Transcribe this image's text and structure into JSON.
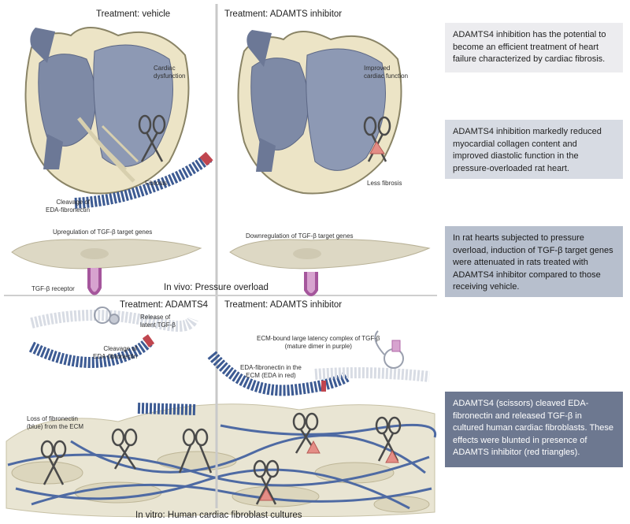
{
  "panels": {
    "top_left_title": "Treatment: vehicle",
    "top_right_title": "Treatment: ADAMTS inhibitor",
    "bottom_left_title": "Treatment: ADAMTS4",
    "bottom_right_title": "Treatment: ADAMTS inhibitor",
    "in_vivo_label": "In vivo: Pressure overload",
    "in_vitro_label": "In vitro: Human cardiac fibroblast cultures"
  },
  "labels": {
    "cardiac_dysfunction": "Cardiac\ndysfunction",
    "fibrosis": "Fibrosis",
    "cleavage_top": "Cleavage of\nEDA-fibronectin",
    "upregulation": "Upregulation of TGF-β target genes",
    "tgf_receptor": "TGF-β receptor",
    "improved_function": "Improved\ncardiac function",
    "less_fibrosis": "Less fibrosis",
    "downregulation": "Downregulation of TGF-β target genes",
    "release_latent": "Release of\nlatent TGF-β",
    "cleavage_bottom": "Cleavage of\nEDA-fibronectin",
    "loss_fibronectin": "Loss of fibronectin\n(blue) from the ECM",
    "ecm_bound": "ECM-bound large latency complex of TGF-β\n(mature dimer in purple)",
    "eda_fibronectin": "EDA-fibronectin in the\nECM (EDA in red)"
  },
  "boxes": [
    {
      "text": "ADAMTS4 inhibition has the potential to become an efficient treatment of heart failure characterized by cardiac fibrosis.",
      "bg": "#ececef",
      "fg": "#222222"
    },
    {
      "text": "ADAMTS4 inhibition markedly reduced myocardial collagen content and improved diastolic function in the pressure-overloaded rat heart.",
      "bg": "#d7dbe3",
      "fg": "#222222"
    },
    {
      "text": "In rat hearts subjected to pressure overload, induction of TGF-β target genes were attenuated in rats treated with ADAMTS4 inhibitor compared to those receiving vehicle.",
      "bg": "#b7bfcd",
      "fg": "#1a1a1a"
    },
    {
      "text": "ADAMTS4 (scissors) cleaved EDA-fibronectin and released TGF-β in cultured human cardiac fibroblasts. These effects were blunted in presence of ADAMTS inhibitor (red triangles).",
      "bg": "#6d7890",
      "fg": "#ffffff"
    }
  ],
  "colors": {
    "heart_fill": "#e8e0c3",
    "heart_outline": "#8a8466",
    "chamber": "#7e8aa6",
    "fibronectin": "#3d5b93",
    "eda": "#c0464f",
    "tgf": "#b06aa8",
    "fibroblast": "#ddd8c4",
    "divider": "#c9c9c9",
    "inhibitor": "#e48d86"
  }
}
